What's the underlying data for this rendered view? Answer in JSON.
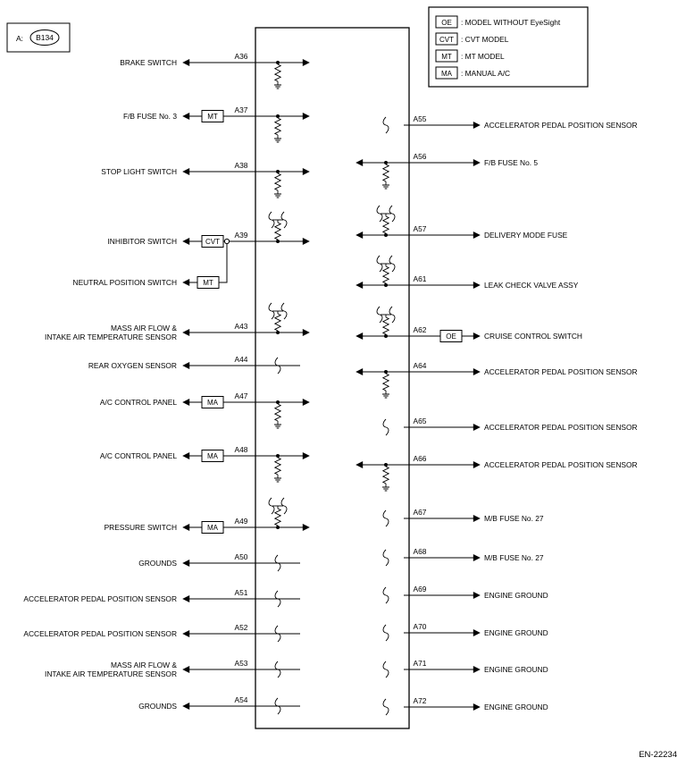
{
  "connector": {
    "prefix": "A:",
    "id": "B134"
  },
  "legend": [
    {
      "code": "OE",
      "text": ": MODEL WITHOUT EyeSight"
    },
    {
      "code": "CVT",
      "text": ": CVT MODEL"
    },
    {
      "code": "MT",
      "text": ": MT MODEL"
    },
    {
      "code": "MA",
      "text": ": MANUAL A/C"
    }
  ],
  "left_pins": [
    {
      "pin": "A36",
      "lines": [
        "BRAKE SWITCH"
      ],
      "tag": "",
      "internal": "pulldown",
      "direction": "both"
    },
    {
      "pin": "A37",
      "lines": [
        "F/B FUSE No. 3"
      ],
      "tag": "MT",
      "internal": "pulldown",
      "direction": "both"
    },
    {
      "pin": "A38",
      "lines": [
        "STOP LIGHT SWITCH"
      ],
      "tag": "",
      "internal": "pulldown",
      "direction": "both"
    },
    {
      "pin": "A39",
      "lines": [
        "INHIBITOR SWITCH"
      ],
      "tag": "CVT",
      "internal": "pullup",
      "direction": "both"
    },
    {
      "pin": "",
      "lines": [
        "NEUTRAL POSITION SWITCH"
      ],
      "tag": "MT",
      "internal": "none",
      "direction": "both"
    },
    {
      "pin": "A43",
      "lines": [
        "MASS AIR FLOW &",
        "INTAKE AIR TEMPERATURE SENSOR"
      ],
      "tag": "",
      "internal": "pullup",
      "direction": "both"
    },
    {
      "pin": "A44",
      "lines": [
        "REAR OXYGEN SENSOR"
      ],
      "tag": "",
      "internal": "squiggle",
      "direction": "left"
    },
    {
      "pin": "A47",
      "lines": [
        "A/C CONTROL PANEL"
      ],
      "tag": "MA",
      "internal": "pulldown",
      "direction": "both"
    },
    {
      "pin": "A48",
      "lines": [
        "A/C CONTROL PANEL"
      ],
      "tag": "MA",
      "internal": "pulldown",
      "direction": "both"
    },
    {
      "pin": "A49",
      "lines": [
        "PRESSURE SWITCH"
      ],
      "tag": "MA",
      "internal": "pullup",
      "direction": "both"
    },
    {
      "pin": "A50",
      "lines": [
        "GROUNDS"
      ],
      "tag": "",
      "internal": "squiggle",
      "direction": "left"
    },
    {
      "pin": "A51",
      "lines": [
        "ACCELERATOR PEDAL POSITION SENSOR"
      ],
      "tag": "",
      "internal": "squiggle",
      "direction": "left"
    },
    {
      "pin": "A52",
      "lines": [
        "ACCELERATOR PEDAL POSITION SENSOR"
      ],
      "tag": "",
      "internal": "squiggle",
      "direction": "left"
    },
    {
      "pin": "A53",
      "lines": [
        "MASS AIR FLOW &",
        "INTAKE AIR TEMPERATURE SENSOR"
      ],
      "tag": "",
      "internal": "squiggle",
      "direction": "left"
    },
    {
      "pin": "A54",
      "lines": [
        "GROUNDS"
      ],
      "tag": "",
      "internal": "squiggle",
      "direction": "left"
    }
  ],
  "right_pins": [
    {
      "pin": "A55",
      "lines": [
        "ACCELERATOR PEDAL POSITION SENSOR"
      ],
      "tag": "",
      "internal": "squiggle",
      "direction": "right"
    },
    {
      "pin": "A56",
      "lines": [
        "F/B FUSE No. 5"
      ],
      "tag": "",
      "internal": "pulldown",
      "direction": "both"
    },
    {
      "pin": "A57",
      "lines": [
        "DELIVERY MODE FUSE"
      ],
      "tag": "",
      "internal": "pullup",
      "direction": "both"
    },
    {
      "pin": "A61",
      "lines": [
        "LEAK CHECK VALVE ASSY"
      ],
      "tag": "",
      "internal": "pullup",
      "direction": "both"
    },
    {
      "pin": "A62",
      "lines": [
        "CRUISE CONTROL SWITCH"
      ],
      "tag": "OE",
      "internal": "pullup",
      "direction": "both"
    },
    {
      "pin": "A64",
      "lines": [
        "ACCELERATOR PEDAL POSITION SENSOR"
      ],
      "tag": "",
      "internal": "pulldown",
      "direction": "both"
    },
    {
      "pin": "A65",
      "lines": [
        "ACCELERATOR PEDAL POSITION SENSOR"
      ],
      "tag": "",
      "internal": "squiggle",
      "direction": "right"
    },
    {
      "pin": "A66",
      "lines": [
        "ACCELERATOR PEDAL POSITION SENSOR"
      ],
      "tag": "",
      "internal": "pulldown",
      "direction": "both"
    },
    {
      "pin": "A67",
      "lines": [
        "M/B FUSE No. 27"
      ],
      "tag": "",
      "internal": "squiggle",
      "direction": "right"
    },
    {
      "pin": "A68",
      "lines": [
        "M/B FUSE No. 27"
      ],
      "tag": "",
      "internal": "squiggle",
      "direction": "right"
    },
    {
      "pin": "A69",
      "lines": [
        "ENGINE GROUND"
      ],
      "tag": "",
      "internal": "squiggle",
      "direction": "right"
    },
    {
      "pin": "A70",
      "lines": [
        "ENGINE GROUND"
      ],
      "tag": "",
      "internal": "squiggle",
      "direction": "right"
    },
    {
      "pin": "A71",
      "lines": [
        "ENGINE GROUND"
      ],
      "tag": "",
      "internal": "squiggle",
      "direction": "right"
    },
    {
      "pin": "A72",
      "lines": [
        "ENGINE GROUND"
      ],
      "tag": "",
      "internal": "squiggle",
      "direction": "right"
    }
  ],
  "footer_code": "EN-22234"
}
